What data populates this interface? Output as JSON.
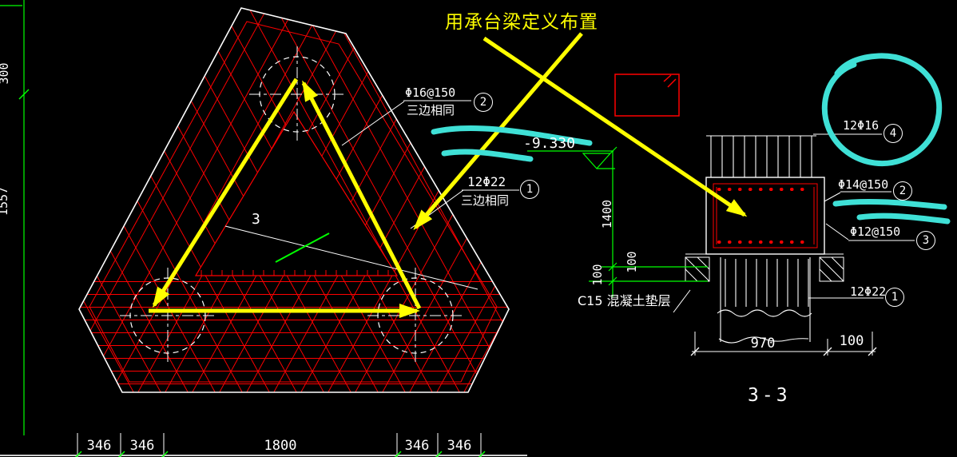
{
  "annotation": {
    "title": "用承台梁定义布置"
  },
  "plan": {
    "rebar_labels": [
      {
        "spec": "Φ16@150",
        "note": "三边相同",
        "bubble": "2"
      },
      {
        "spec": "12Φ22",
        "note": "三边相同",
        "bubble": "1"
      }
    ],
    "section_mark": "3",
    "dims_bottom": [
      "346",
      "346",
      "1800",
      "346",
      "346"
    ],
    "dims_left": [
      "300",
      "1557"
    ]
  },
  "section": {
    "title": "3-3",
    "elevation": "-9.330",
    "rebar_labels": [
      {
        "spec": "12Φ16",
        "bubble": "4"
      },
      {
        "spec": "Φ14@150",
        "bubble": "2"
      },
      {
        "spec": "Φ12@150",
        "bubble": "3"
      },
      {
        "spec": "12Φ22",
        "bubble": "1"
      }
    ],
    "material_note": "C15 混凝土垫层",
    "dims": {
      "height": "1400",
      "offset_1": "100",
      "offset_2": "100",
      "width": "970",
      "edge": "100"
    }
  },
  "colors": {
    "background": "#000000",
    "outline": "#ffffff",
    "rebar": "#ff0000",
    "dimension": "#00ff00",
    "note": "#ffff00",
    "highlight": "#3fe0d6"
  }
}
